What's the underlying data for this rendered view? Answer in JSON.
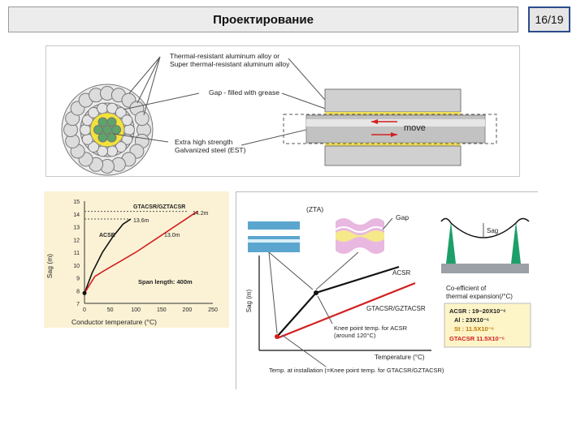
{
  "header": {
    "title": "Проектирование",
    "page": "16/19"
  },
  "top_figure": {
    "label_alloy_1": "Thermal-resistant aluminum alloy or",
    "label_alloy_2": "Super thermal-resistant aluminum alloy",
    "label_gap": "Gap - filled with grease",
    "label_steel_1": "Extra high strength",
    "label_steel_2": "Galvanized steel (EST)",
    "label_move": "move"
  },
  "chart_data": {
    "type": "line",
    "title": "",
    "xlabel": "Conductor temperature (°C)",
    "ylabel": "Sag (m)",
    "xlim": [
      0,
      250
    ],
    "ylim": [
      7,
      15
    ],
    "x_ticks": [
      "0",
      "50",
      "100",
      "150",
      "200",
      "250"
    ],
    "y_ticks": [
      "7",
      "8",
      "9",
      "10",
      "11",
      "12",
      "13",
      "14",
      "15"
    ],
    "series": [
      {
        "name": "ACSR",
        "color": "#111111",
        "x": [
          0,
          15,
          35,
          55,
          75,
          90
        ],
        "y": [
          7.8,
          9.4,
          11.0,
          12.2,
          13.2,
          13.6
        ]
      },
      {
        "name": "GTACSR/GZTACSR",
        "color": "#d21f1f",
        "x": [
          0,
          20,
          40,
          70,
          100,
          130,
          160,
          190,
          220
        ],
        "y": [
          7.8,
          9.1,
          9.6,
          10.3,
          11.0,
          11.8,
          12.6,
          13.4,
          14.2
        ]
      }
    ],
    "annotations": [
      "14.2m",
      "13.6m",
      "13.0m",
      "Span length: 400m"
    ],
    "legend_labels": [
      "GTACSR/GZTACSR",
      "ACSR"
    ],
    "grid": false
  },
  "right_figure": {
    "label_zta": "(ZTA)",
    "label_gap": "Gap",
    "label_sag": "Sag",
    "ylabel": "Sag (m)",
    "xlabel": "Temperature (°C)",
    "label_acsr": "ACSR",
    "label_gt": "GTACSR/GZTACSR",
    "knee_1": "Knee point temp. for ACSR",
    "knee_2": "(around 120°C)",
    "coef_1": "Co-efficient of",
    "coef_2": "thermal expansion(/°C)",
    "coef_acsr": "ACSR : 19~20X10⁻⁶",
    "coef_al": "Al : 23X10⁻⁶",
    "coef_st": "St : 11.5X10⁻⁶",
    "coef_gt": "GTACSR 11.5X10⁻⁶",
    "bottom_note": "Temp. at installation (=Knee point temp. for GTACSR/GZTACSR)",
    "color_red": "#d21f1f",
    "color_green": "#1e9f6a"
  }
}
